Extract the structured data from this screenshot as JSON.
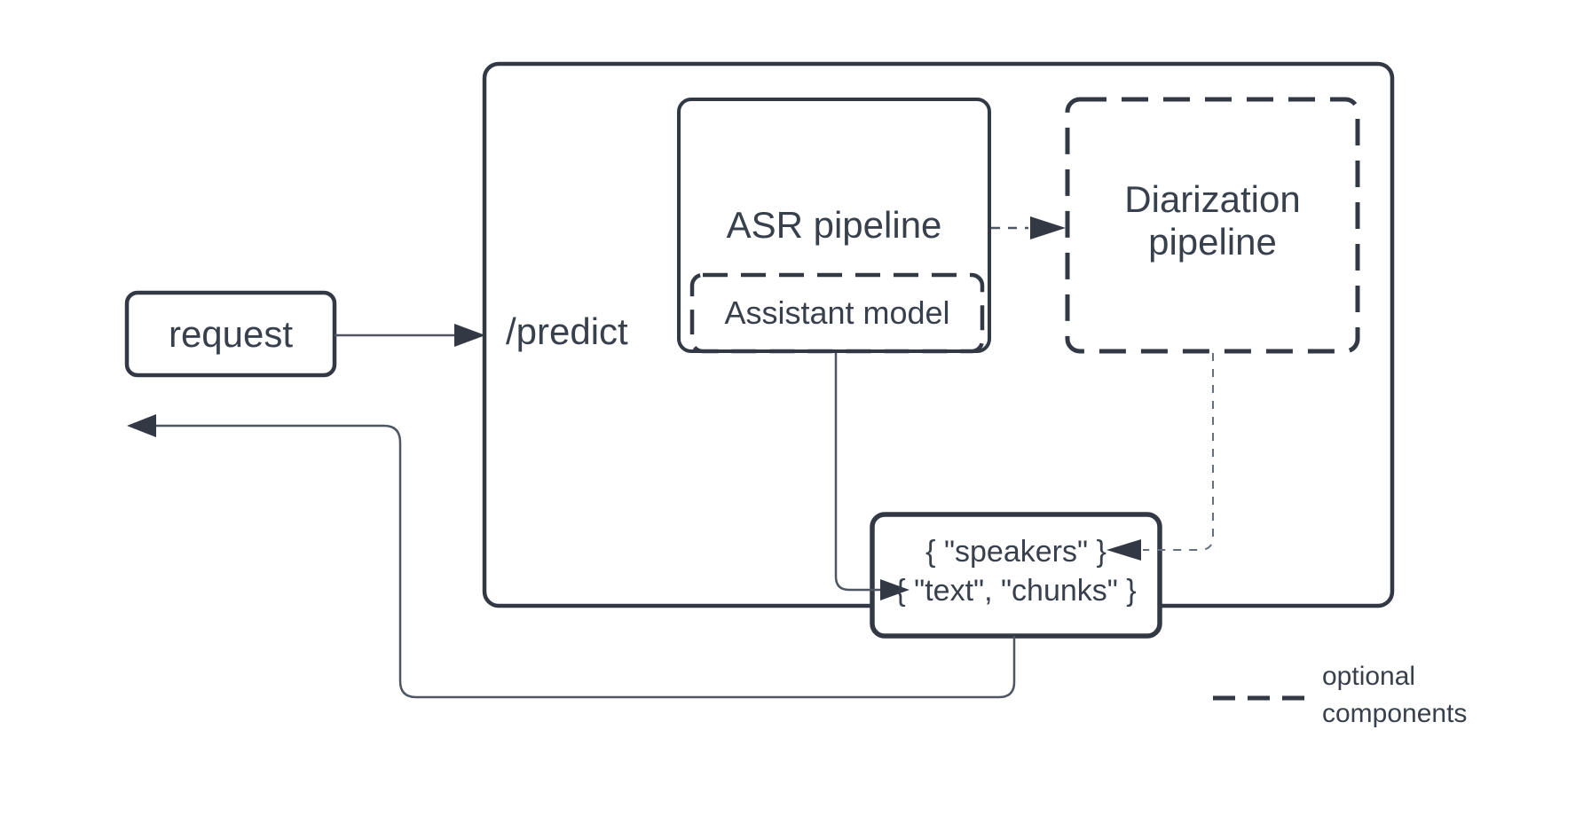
{
  "diagram": {
    "nodes": {
      "request_label": "request",
      "predict_label": "/predict",
      "asr_label": "ASR pipeline",
      "assistant_label": "Assistant model",
      "diarization_line1": "Diarization",
      "diarization_line2": "pipeline",
      "output_line1": "{ \"speakers\" }",
      "output_line2": "{ \"text\", \"chunks\" }"
    },
    "legend": {
      "line1": "optional",
      "line2": "components"
    },
    "colors": {
      "ink": "#323945",
      "thin_line": "#4e5663",
      "dashed_thin_line": "#666f7e",
      "background": "#ffffff"
    }
  }
}
